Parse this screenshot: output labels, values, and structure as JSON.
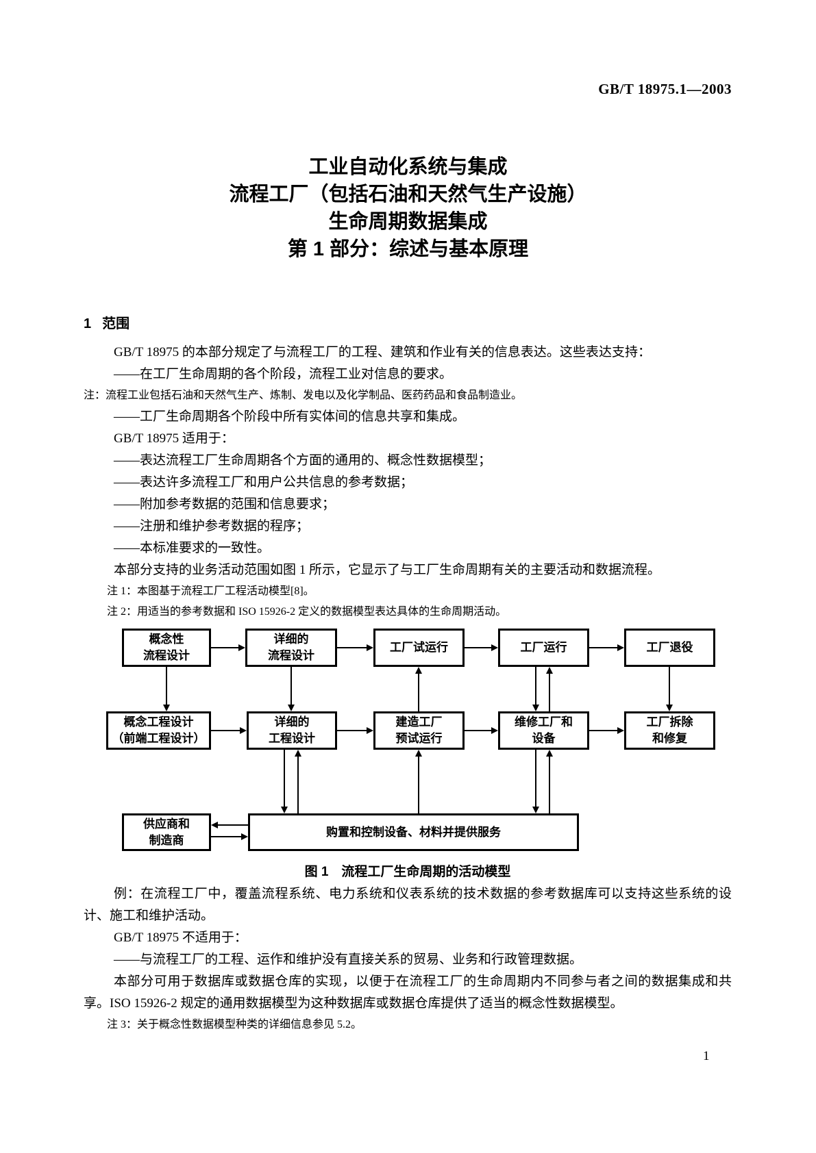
{
  "colors": {
    "paper": "#ffffff",
    "text": "#000000"
  },
  "header": {
    "doc_code": "GB/T 18975.1—2003"
  },
  "title": {
    "line1": "工业自动化系统与集成",
    "line2": "流程工厂（包括石油和天然气生产设施）",
    "line3": "生命周期数据集成",
    "line4": "第 1 部分：综述与基本原理"
  },
  "section": {
    "number": "1",
    "title": "范围"
  },
  "scope": {
    "p1": "GB/T 18975 的本部分规定了与流程工厂的工程、建筑和作业有关的信息表达。这些表达支持：",
    "item1": "——在工厂生命周期的各个阶段，流程工业对信息的要求。",
    "note0": "注：流程工业包括石油和天然气生产、炼制、发电以及化学制品、医药药品和食品制造业。",
    "item2": "——工厂生命周期各个阶段中所有实体间的信息共享和集成。",
    "p2": "GB/T 18975 适用于：",
    "item3": "——表达流程工厂生命周期各个方面的通用的、概念性数据模型；",
    "item4": "——表达许多流程工厂和用户公共信息的参考数据；",
    "item5": "——附加参考数据的范围和信息要求；",
    "item6": "——注册和维护参考数据的程序；",
    "item7": "——本标准要求的一致性。",
    "p3": "本部分支持的业务活动范围如图 1 所示，它显示了与工厂生命周期有关的主要活动和数据流程。",
    "note1": "注 1：本图基于流程工厂工程活动模型[8]。",
    "note2": "注 2：用适当的参考数据和 ISO 15926-2 定义的数据模型表达具体的生命周期活动。"
  },
  "figure": {
    "caption": "图 1　流程工厂生命周期的活动模型",
    "row1": [
      "概念性\n流程设计",
      "详细的\n流程设计",
      "工厂试运行",
      "工厂运行",
      "工厂退役"
    ],
    "row2": [
      "概念工程设计\n（前端工程设计）",
      "详细的\n工程设计",
      "建造工厂\n预试运行",
      "维修工厂和\n设备",
      "工厂拆除\n和修复"
    ],
    "suppliers": "供应商和\n制造商",
    "procurement": "购置和控制设备、材料并提供服务",
    "connections": [
      "概念性流程设计→详细的流程设计→工厂试运行→工厂运行→工厂退役",
      "概念工程设计（前端工程设计）→详细的工程设计→建造工厂预试运行→维修工厂和设备→工厂拆除和修复",
      "概念性流程设计↓概念工程设计",
      "详细的流程设计↓详细的工程设计",
      "建造工厂预试运行↑工厂试运行",
      "工厂运行↕维修工厂和设备",
      "工厂退役↓工厂拆除和修复",
      "详细的工程设计↕购置和控制设备、材料并提供服务",
      "购置和控制设备、材料并提供服务↑建造工厂预试运行",
      "维修工厂和设备↕购置和控制设备、材料并提供服务",
      "供应商和制造商⇄购置和控制设备、材料并提供服务"
    ]
  },
  "after": {
    "example": "例：在流程工厂中，覆盖流程系统、电力系统和仪表系统的技术数据的参考数据库可以支持这些系统的设计、施工和维护活动。",
    "p4": "GB/T 18975 不适用于：",
    "item8": "——与流程工厂的工程、运作和维护没有直接关系的贸易、业务和行政管理数据。",
    "p5": "本部分可用于数据库或数据仓库的实现，以便于在流程工厂的生命周期内不同参与者之间的数据集成和共享。ISO 15926-2 规定的通用数据模型为这种数据库或数据仓库提供了适当的概念性数据模型。",
    "note3": "注 3：关于概念性数据模型种类的详细信息参见 5.2。"
  },
  "page": {
    "number": "1"
  }
}
